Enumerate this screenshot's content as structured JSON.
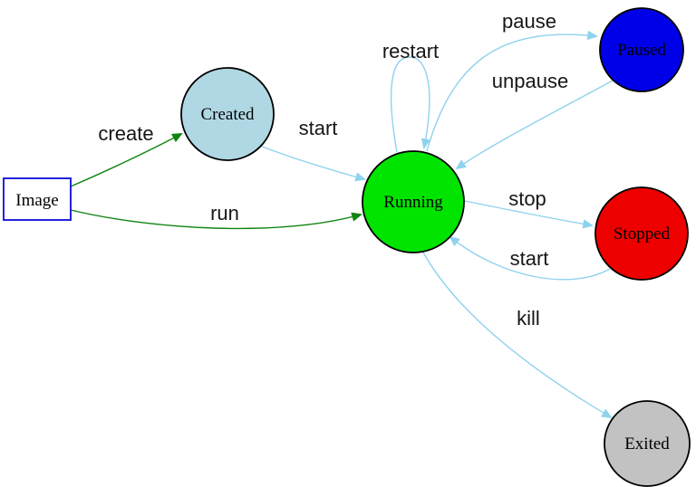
{
  "diagram": {
    "kind": "state-diagram"
  },
  "colors": {
    "background": "#ffffff",
    "edge_blue": "#8fd2ee",
    "edge_green": "#118411",
    "node_border": "#000000",
    "image_border": "#2323dd",
    "label_text": "#161616"
  },
  "nodes": {
    "image": {
      "label": "Image",
      "shape": "rectangle",
      "fill": "#ffffff",
      "text_color": "#000000"
    },
    "created": {
      "label": "Created",
      "shape": "circle",
      "fill": "#b0d8e4",
      "text_color": "#000000"
    },
    "running": {
      "label": "Running",
      "shape": "circle",
      "fill": "#00e400",
      "text_color": "#000000"
    },
    "paused": {
      "label": "Paused",
      "shape": "circle",
      "fill": "#0000e8",
      "text_color": "#000000"
    },
    "stopped": {
      "label": "Stopped",
      "shape": "circle",
      "fill": "#ee0000",
      "text_color": "#000000"
    },
    "exited": {
      "label": "Exited",
      "shape": "circle",
      "fill": "#c2c2c2",
      "text_color": "#000000"
    }
  },
  "edges": {
    "create": {
      "label": "create",
      "from": "image",
      "to": "created"
    },
    "run": {
      "label": "run",
      "from": "image",
      "to": "running"
    },
    "start_created": {
      "label": "start",
      "from": "created",
      "to": "running"
    },
    "restart": {
      "label": "restart",
      "from": "running",
      "to": "running"
    },
    "pause": {
      "label": "pause",
      "from": "running",
      "to": "paused"
    },
    "unpause": {
      "label": "unpause",
      "from": "paused",
      "to": "running"
    },
    "stop": {
      "label": "stop",
      "from": "running",
      "to": "stopped"
    },
    "start_stopped": {
      "label": "start",
      "from": "stopped",
      "to": "running"
    },
    "kill": {
      "label": "kill",
      "from": "running",
      "to": "exited"
    }
  }
}
